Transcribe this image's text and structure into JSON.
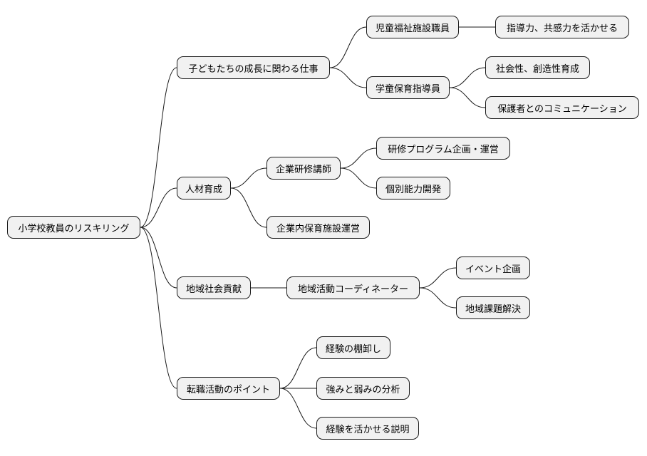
{
  "root": {
    "label": "小学校教員のリスキリング"
  },
  "branches": [
    {
      "label": "子どもたちの成長に関わる仕事",
      "children": [
        {
          "label": "児童福祉施設職員",
          "children": [
            {
              "label": "指導力、共感力を活かせる"
            }
          ]
        },
        {
          "label": "学童保育指導員",
          "children": [
            {
              "label": "社会性、創造性育成"
            },
            {
              "label": "保護者とのコミュニケーション"
            }
          ]
        }
      ]
    },
    {
      "label": "人材育成",
      "children": [
        {
          "label": "企業研修講師",
          "children": [
            {
              "label": "研修プログラム企画・運営"
            },
            {
              "label": "個別能力開発"
            }
          ]
        },
        {
          "label": "企業内保育施設運営"
        }
      ]
    },
    {
      "label": "地域社会貢献",
      "children": [
        {
          "label": "地域活動コーディネーター",
          "children": [
            {
              "label": "イベント企画"
            },
            {
              "label": "地域課題解決"
            }
          ]
        }
      ]
    },
    {
      "label": "転職活動のポイント",
      "children": [
        {
          "label": "経験の棚卸し"
        },
        {
          "label": "強みと弱みの分析"
        },
        {
          "label": "経験を活かせる説明"
        }
      ]
    }
  ]
}
